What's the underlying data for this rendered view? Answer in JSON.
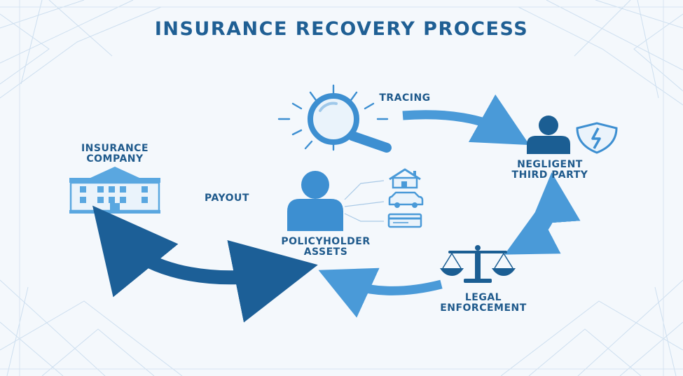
{
  "title": "INSURANCE RECOVERY PROCESS",
  "nodes": {
    "tracing": "TRACING",
    "insurance_company": [
      "INSURANCE",
      "COMPANY"
    ],
    "negligent_third_party": [
      "NEGLIGENT",
      "THIRD PARTY"
    ],
    "payout": "PAYOUT",
    "policyholder_assets": [
      "POLICYHOLDER",
      "ASSETS"
    ],
    "legal_enforcement": [
      "LEGAL",
      "ENFORCEMENT"
    ]
  },
  "colors": {
    "background": "#f4f8fc",
    "title": "#1f5f94",
    "label": "#1f5a8c",
    "icon_blue": "#3d8fd1",
    "icon_dark": "#1b5e93",
    "icon_light": "#5aa7e0",
    "arrow_light": "#4a9ad8",
    "arrow_dark": "#1c5f97",
    "line_art": "#bcd5ea"
  },
  "icons": [
    "magnifier-icon",
    "building-icon",
    "person-icon",
    "shield-icon",
    "house-icon",
    "car-icon",
    "card-icon",
    "scales-icon"
  ]
}
